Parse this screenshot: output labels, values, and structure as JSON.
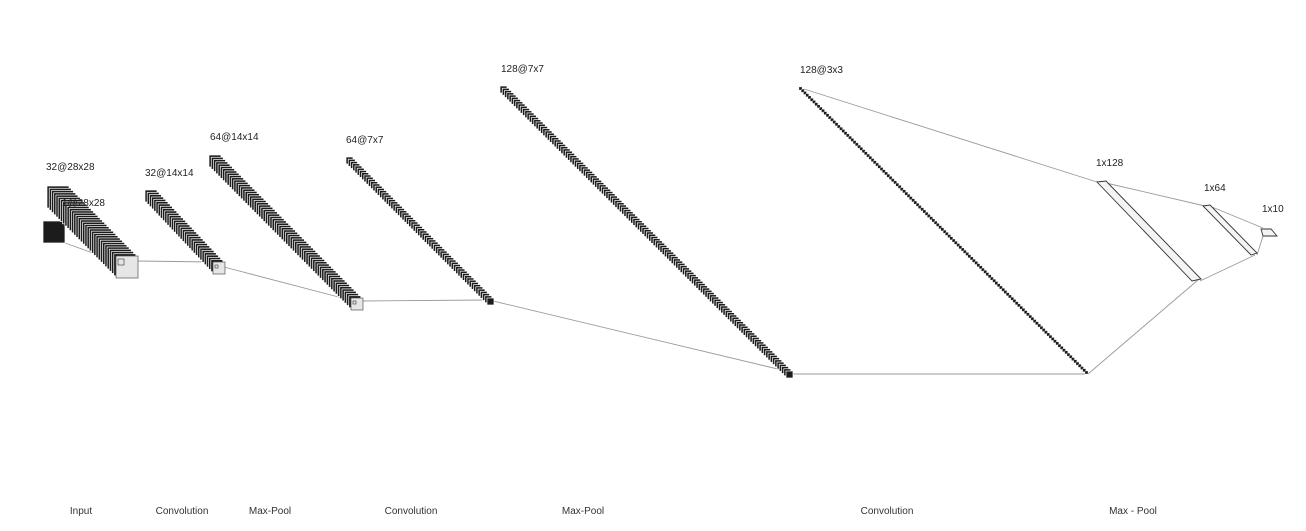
{
  "layers": [
    {
      "id": "input",
      "label": "1@28x28"
    },
    {
      "id": "conv1",
      "label": "32@28x28"
    },
    {
      "id": "pool1",
      "label": "32@14x14"
    },
    {
      "id": "conv2",
      "label": "64@14x14"
    },
    {
      "id": "pool2",
      "label": "64@7x7"
    },
    {
      "id": "conv3",
      "label": "128@7x7"
    },
    {
      "id": "pool3",
      "label": "128@3x3"
    },
    {
      "id": "fc1",
      "label": "1x128"
    },
    {
      "id": "fc2",
      "label": "1x64"
    },
    {
      "id": "out",
      "label": "1x10"
    }
  ],
  "stages": [
    {
      "id": "input",
      "label": "Input"
    },
    {
      "id": "conv-1",
      "label": "Convolution"
    },
    {
      "id": "pool-1",
      "label": "Max-Pool"
    },
    {
      "id": "conv-2",
      "label": "Convolution"
    },
    {
      "id": "pool-2",
      "label": "Max-Pool"
    },
    {
      "id": "conv-3",
      "label": "Convolution"
    },
    {
      "id": "pool-3",
      "label": "Max - Pool"
    }
  ],
  "colors": {
    "map_fill": "#1c1c1c",
    "map_edge": "#ffffff",
    "line": "#9a9a9a",
    "text": "#222222"
  }
}
